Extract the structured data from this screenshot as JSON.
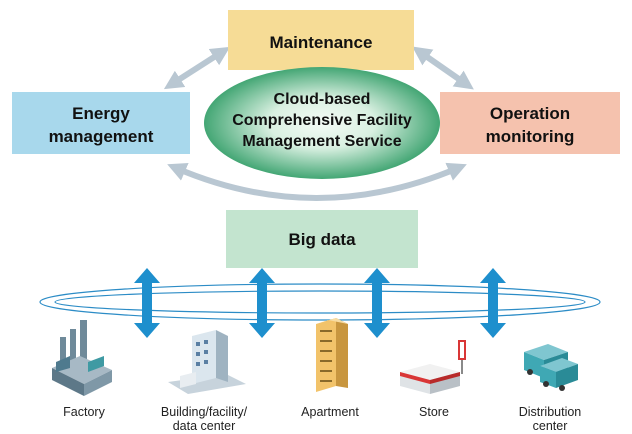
{
  "colors": {
    "maintenance": "#f6dc96",
    "energy": "#a8d8ec",
    "operation": "#f5c2ae",
    "cloud_light": "#e6f4ea",
    "cloud_dark": "#43a674",
    "big_data": "#c3e4cf",
    "cycle_arrow": "#b9c7d2",
    "data_arrow": "#1e8fcd",
    "ring": "#2c8cc6"
  },
  "center": {
    "line1": "Cloud-based",
    "line2": "Comprehensive Facility",
    "line3": "Management Service"
  },
  "boxes": {
    "maintenance": "Maintenance",
    "energy_line1": "Energy",
    "energy_line2": "management",
    "operation_line1": "Operation",
    "operation_line2": "monitoring",
    "big_data": "Big data"
  },
  "facilities": [
    {
      "icon": "factory-icon",
      "label_line1": "Factory",
      "label_line2": ""
    },
    {
      "icon": "building-icon",
      "label_line1": "Building/facility/",
      "label_line2": "data center"
    },
    {
      "icon": "apartment-icon",
      "label_line1": "Apartment",
      "label_line2": ""
    },
    {
      "icon": "store-icon",
      "label_line1": "Store",
      "label_line2": ""
    },
    {
      "icon": "truck-icon",
      "label_line1": "Distribution",
      "label_line2": "center"
    }
  ]
}
